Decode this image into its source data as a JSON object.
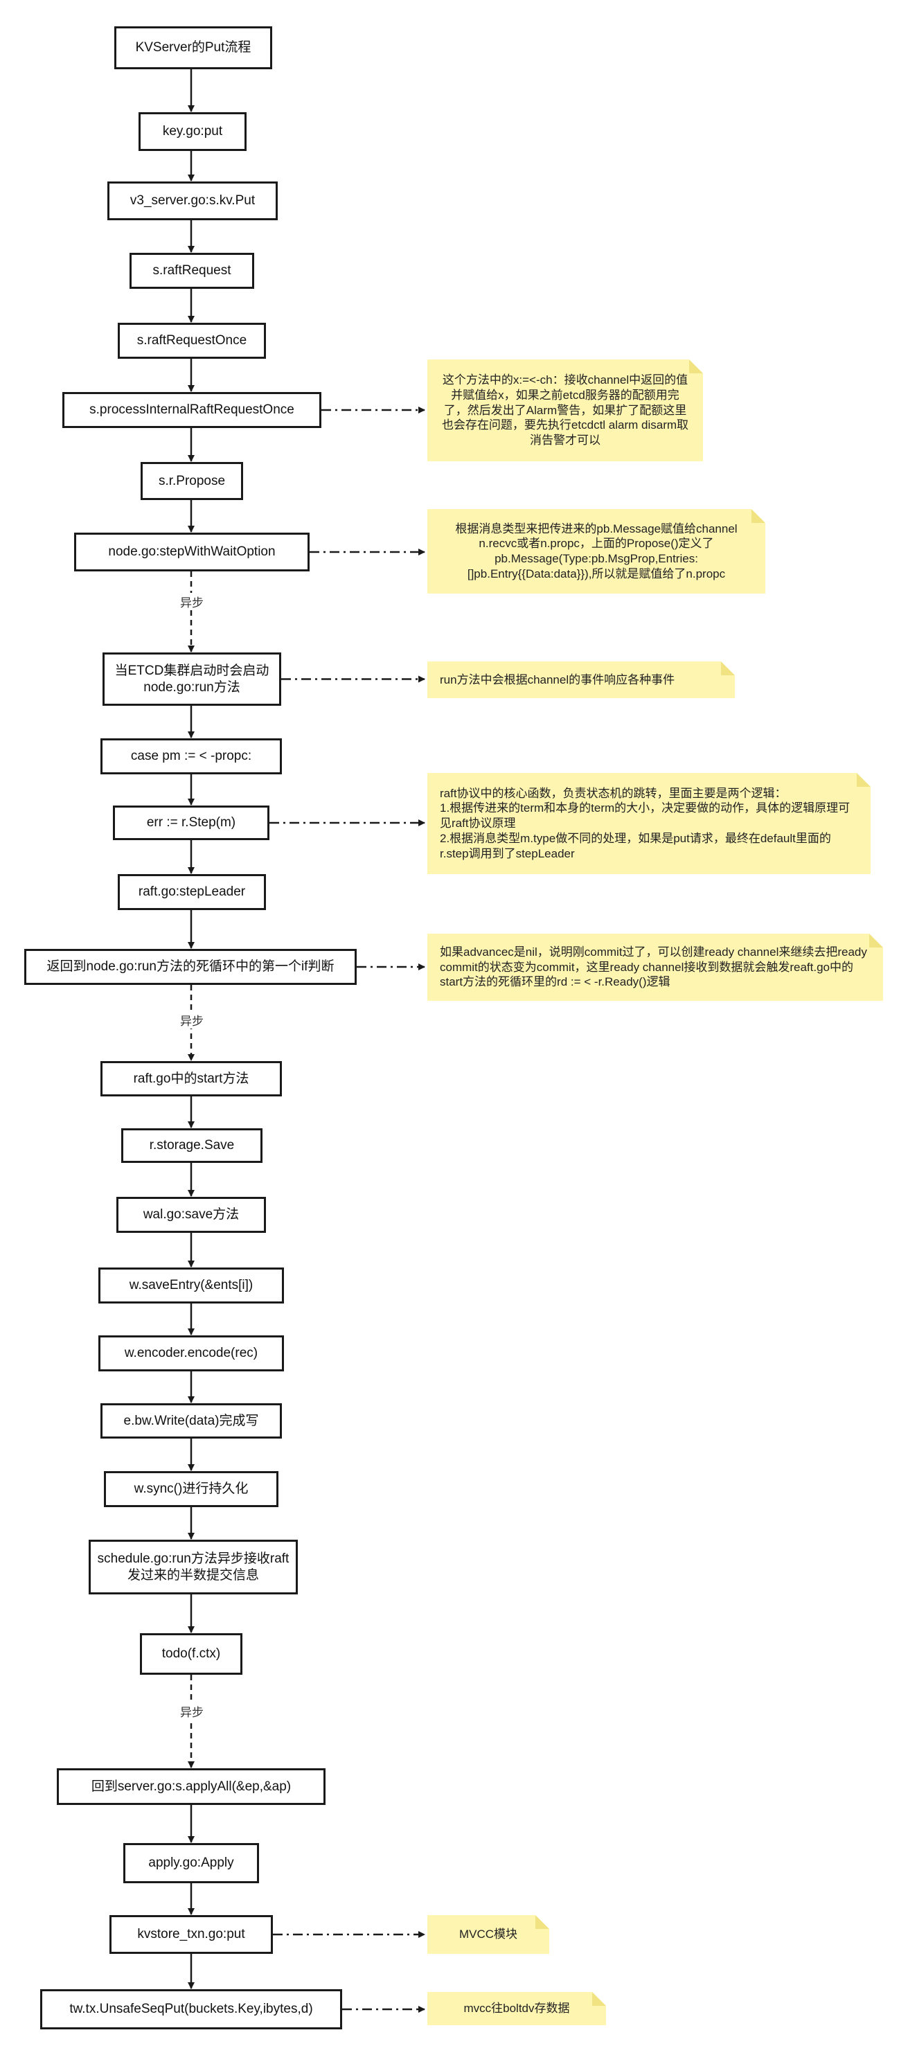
{
  "flow": {
    "nodes": [
      "KVServer的Put流程",
      "key.go:put",
      "v3_server.go:s.kv.Put",
      "s.raftRequest",
      "s.raftRequestOnce",
      "s.processInternalRaftRequestOnce",
      "s.r.Propose",
      "node.go:stepWithWaitOption",
      "当ETCD集群启动时会启动node.go:run方法",
      "case pm := < -propc:",
      "err := r.Step(m)",
      "raft.go:stepLeader",
      "返回到node.go:run方法的死循环中的第一个if判断",
      "raft.go中的start方法",
      "r.storage.Save",
      "wal.go:save方法",
      "w.saveEntry(&ents[i])",
      "w.encoder.encode(rec)",
      "e.bw.Write(data)完成写",
      "w.sync()进行持久化",
      "schedule.go:run方法异步接收raft发过来的半数提交信息",
      "todo(f.ctx)",
      "回到server.go:s.applyAll(&ep,&ap)",
      "apply.go:Apply",
      "kvstore_txn.go:put",
      "tw.tx.UnsafeSeqPut(buckets.Key,ibytes,d)"
    ],
    "async_label": "异步",
    "notes": [
      "这个方法中的x:=<-ch：接收channel中返回的值并赋值给x，如果之前etcd服务器的配额用完了，然后发出了Alarm警告，如果扩了配额这里也会存在问题，要先执行etcdctl alarm disarm取消告警才可以",
      "根据消息类型来把传进来的pb.Message赋值给channel n.recvc或者n.propc，上面的Propose()定义了pb.Message(Type:pb.MsgProp,Entries:[]pb.Entry{{Data:data}}),所以就是赋值给了n.propc",
      "run方法中会根据channel的事件响应各种事件",
      "raft协议中的核心函数，负责状态机的跳转，里面主要是两个逻辑：\n1.根据传进来的term和本身的term的大小，决定要做的动作，具体的逻辑原理可见raft协议原理\n2.根据消息类型m.type做不同的处理，如果是put请求，最终在default里面的r.step调用到了stepLeader",
      "如果advancec是nil，说明刚commit过了，可以创建ready channel来继续去把ready commit的状态变为commit，这里ready channel接收到数据就会触发reaft.go中的start方法的死循环里的rd := < -r.Ready()逻辑",
      "MVCC模块",
      "mvcc往boltdv存数据"
    ]
  }
}
